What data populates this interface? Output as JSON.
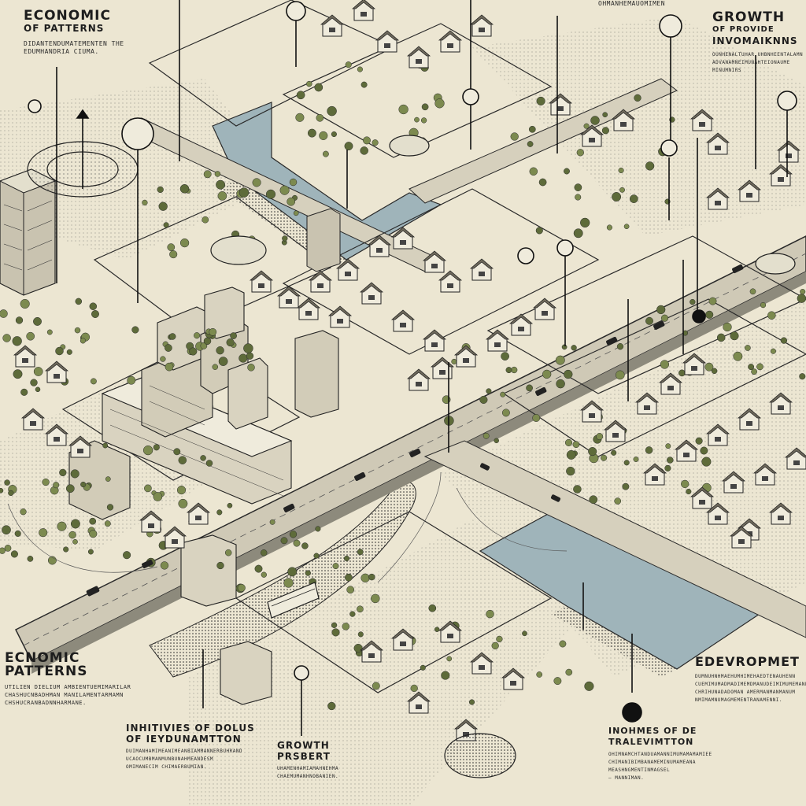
{
  "labels": {
    "top_left": {
      "title": "ECONOMIC",
      "subtitle": "OF PATTERNS",
      "lines": [
        "DIDANTENDUMATEMENTEN THE",
        "EDUMHANDRIA CIUMA."
      ]
    },
    "top_right": {
      "title": "GROWTH",
      "subtitle": "OF PROVIDE",
      "subtitle2": "INVOMAIKNNS",
      "lines": [
        "OUNHENALTUHAR UHBNHEENTALAMN",
        "ADVANAMNEIMUNAHTEIONAUME MINUMNIRS"
      ]
    },
    "bottom_left_econ": {
      "title": "ECNOMIC",
      "subtitle": "PATTERNS",
      "lines": [
        "UTILIEN DIELIUM AMBIENTUEMIMARILAR",
        "CHASHUCNBADHMAN MANILAMENTARMAMN",
        "CHSHUCRANBADNNHARMANE."
      ]
    },
    "bottom_mid_left": {
      "title": "INHITIVIES OF DOLUS",
      "subtitle": "OF IEYDUNAMTTON",
      "lines": [
        "DUIMANHAMIMEANIMEANBIAMMANNERBUHRAND",
        "UCAOCUMBMANMUNBUNAHMEANDESM",
        "OMIMANECIM CHIMAERBUMIAN."
      ]
    },
    "bottom_center": {
      "title": "GROWTH",
      "subtitle": "PRSBERT",
      "lines": [
        "UHAMENHAMIAMAHNEHMA",
        "CHAEMUMANHNOBANIEN."
      ]
    },
    "bottom_right_trans": {
      "title": "INOHMES OF DE",
      "subtitle": "TRALEVIMTTON",
      "lines": [
        "OHIMNAMCHTANDUAMANNIMUMAMAMAMIEE",
        "CHIMANIBIMBANAMEMINUMAMEANA",
        "MEASHNGMENTINMAGSEL",
        "— MANNIMAN."
      ]
    },
    "right_dev": {
      "title": "EDEVROPMET",
      "lines": [
        "DUMNUHNHMAEHUMHIMEHAEDTENAUHENN",
        "CUEMIMUMADMADIMEMDMANUDEIMIMUMEMANE",
        "CHRIHUNADADOMAN AMERMANMANMANUM",
        "NMIMAMNUMAGMEMENTRANAMENNI."
      ]
    },
    "top_center_stub": {
      "lines": [
        "OHMANHEMAUOMIMEN"
      ]
    }
  },
  "icons": [
    "pin-icon",
    "circle-marker-icon",
    "city-pin-icon",
    "growth-pin-icon",
    "roundabout-icon"
  ],
  "colors": {
    "paper": "#ece6d2",
    "ink": "#1d1d1d",
    "water": "#9fb4ba",
    "foliage": "#7c8a4f",
    "building": "#d9d3c0",
    "road": "#c9c3b0"
  }
}
